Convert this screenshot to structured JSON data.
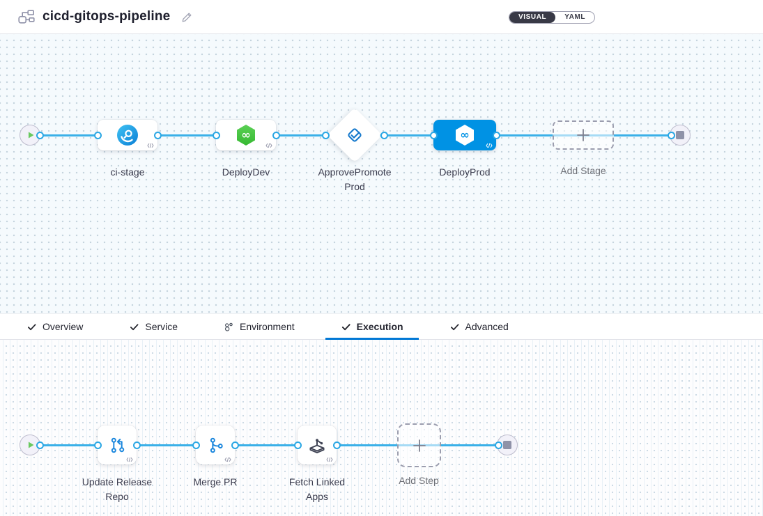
{
  "header": {
    "title": "cicd-gitops-pipeline",
    "view_toggle": {
      "visual_label": "VISUAL",
      "yaml_label": "YAML",
      "selected": "VISUAL"
    }
  },
  "stage_pipeline": {
    "stages": [
      {
        "name": "ci-stage",
        "type": "ci-build",
        "shape": "card",
        "selected": false
      },
      {
        "name": "DeployDev",
        "type": "cd-deploy",
        "shape": "card",
        "selected": false
      },
      {
        "name": "ApprovePromoteProd",
        "type": "approval",
        "shape": "diamond",
        "selected": false
      },
      {
        "name": "DeployProd",
        "type": "cd-deploy",
        "shape": "card",
        "selected": true
      }
    ],
    "add_stage_label": "Add Stage"
  },
  "config_tabs": {
    "items": [
      {
        "label": "Overview",
        "icon": "check-icon",
        "active": false
      },
      {
        "label": "Service",
        "icon": "check-icon",
        "active": false
      },
      {
        "label": "Environment",
        "icon": "environment-nodes-icon",
        "active": false
      },
      {
        "label": "Execution",
        "icon": "check-icon",
        "active": true
      },
      {
        "label": "Advanced",
        "icon": "check-icon",
        "active": false
      }
    ]
  },
  "execution_steps": {
    "steps": [
      {
        "name": "Update Release Repo",
        "icon": "git-update-icon"
      },
      {
        "name": "Merge PR",
        "icon": "git-branch-icon"
      },
      {
        "name": "Fetch Linked Apps",
        "icon": "fetch-linked-apps-icon"
      }
    ],
    "add_step_label": "Add Step"
  },
  "colors": {
    "accent_blue": "#0092e4",
    "connector_blue": "#3ab0e8",
    "selected_stage_bg": "#0092e4",
    "cd_green": "#42c73c",
    "approval_blue": "#1478cc",
    "toggle_dark": "#383946",
    "tab_active_underline": "#0278d5"
  }
}
